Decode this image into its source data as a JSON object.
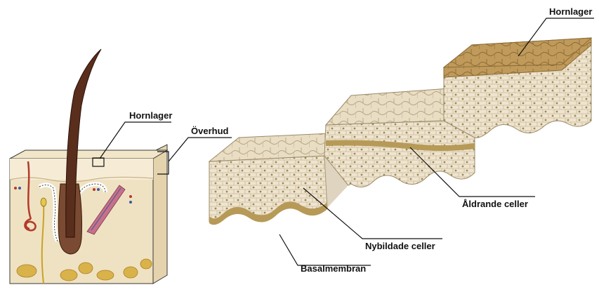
{
  "labels": {
    "skin_hornlager": "Hornlager",
    "overhud": "Överhud",
    "right_hornlager": "Hornlager",
    "aldrande_celler": "Åldrande celler",
    "nybildade_celler": "Nybildade celler",
    "basalmembran": "Basalmembran"
  },
  "colors": {
    "skin_base": "#efe2c2",
    "epidermis": "#f5ead2",
    "outline": "#3a3a3a",
    "hair": "#5a2e1c",
    "vessel": "#b23a2a",
    "nerve": "#d8b73a",
    "fat": "#d9b24a",
    "cell_fill": "#efe4d0",
    "cell_stroke": "#b8a888",
    "nucleus": "#8a7a45",
    "basal_band": "#b79a58",
    "horn_top": "#b48b4e"
  }
}
